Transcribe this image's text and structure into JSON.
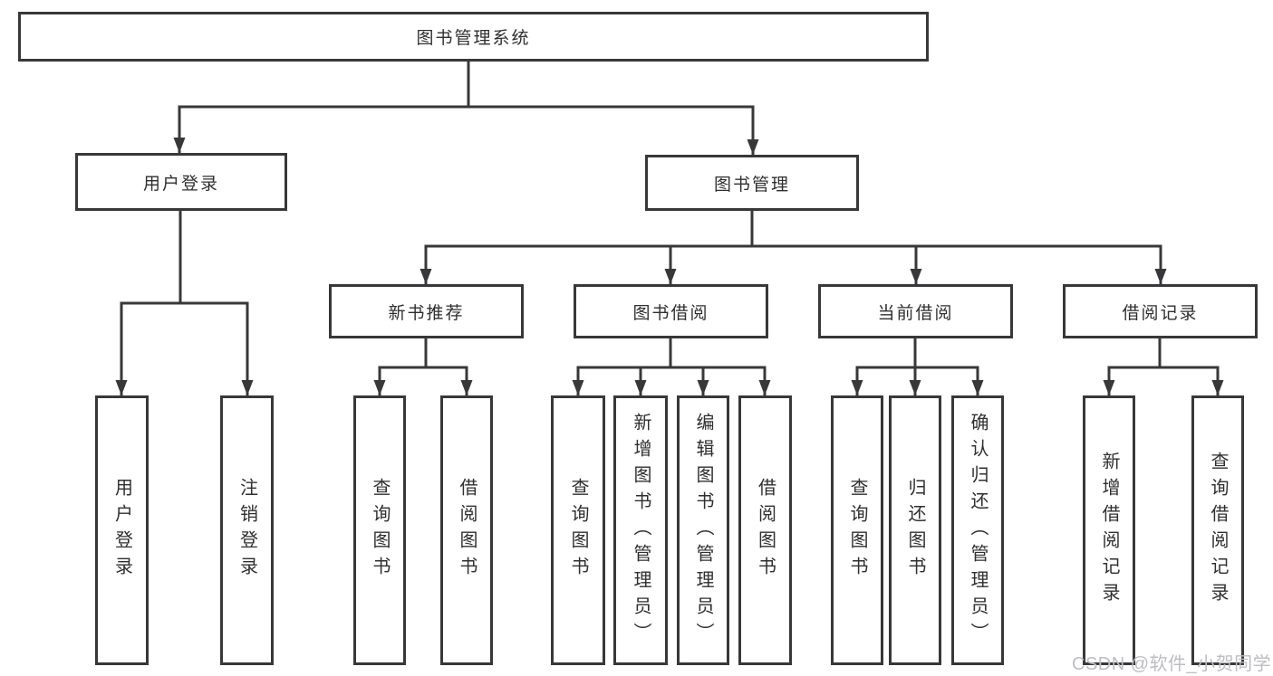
{
  "tree": {
    "root": {
      "label": "图书管理系统",
      "children": [
        {
          "label": "用户登录",
          "children": [
            {
              "label": "用户登录"
            },
            {
              "label": "注销登录"
            }
          ]
        },
        {
          "label": "图书管理",
          "children": [
            {
              "label": "新书推荐",
              "children": [
                {
                  "label": "查询图书"
                },
                {
                  "label": "借阅图书"
                }
              ]
            },
            {
              "label": "图书借阅",
              "children": [
                {
                  "label": "查询图书"
                },
                {
                  "label": "新增图书（管理员）"
                },
                {
                  "label": "编辑图书（管理员）"
                },
                {
                  "label": "借阅图书"
                }
              ]
            },
            {
              "label": "当前借阅",
              "children": [
                {
                  "label": "查询图书"
                },
                {
                  "label": "归还图书"
                },
                {
                  "label": "确认归还（管理员）"
                }
              ]
            },
            {
              "label": "借阅记录",
              "children": [
                {
                  "label": "新增借阅记录"
                },
                {
                  "label": "查询借阅记录"
                }
              ]
            }
          ]
        }
      ]
    }
  },
  "watermark": "CSDN @软件_小贺同学",
  "colors": {
    "line": "#38383a",
    "text": "#2f2f2f",
    "watermark": "#bdbdc3",
    "background": "#ffffff"
  }
}
